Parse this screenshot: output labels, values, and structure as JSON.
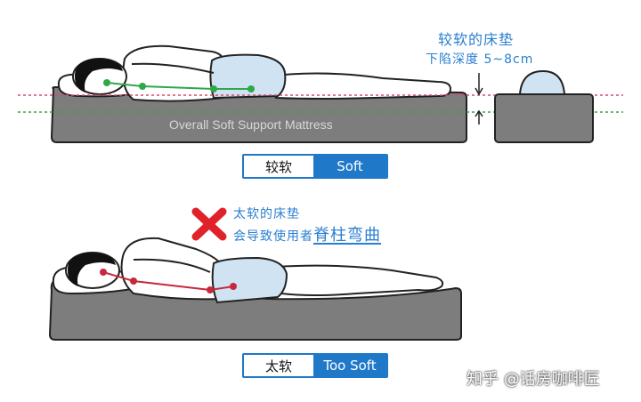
{
  "top_panel": {
    "mattress_label": "Overall Soft Support Mattress",
    "note_line1": "较软的床垫",
    "note_line2": "下陷深度 5~8cm",
    "tag_cn": "较软",
    "tag_en": "Soft"
  },
  "bottom_panel": {
    "warning_line1": "太软的床垫",
    "warning_line2_prefix": "会导致使用者",
    "warning_line2_emphasis": "脊柱弯曲",
    "tag_cn": "太软",
    "tag_en": "Too Soft"
  },
  "watermark": "知乎 @话房咖啡匠",
  "colors": {
    "accent_blue": "#1f78c8",
    "note_blue": "#2a7fd0",
    "mattress_gray": "#7d7d7d",
    "spine_green": "#2fa84a",
    "spine_red": "#c8283c",
    "guide_pink": "#d94a6a",
    "guide_green": "#3aa24a",
    "cross_red": "#e0232a"
  },
  "icons": [
    "red-cross-icon",
    "sleeper-figure-soft",
    "sleeper-figure-too-soft",
    "shoulder-crosssection"
  ]
}
